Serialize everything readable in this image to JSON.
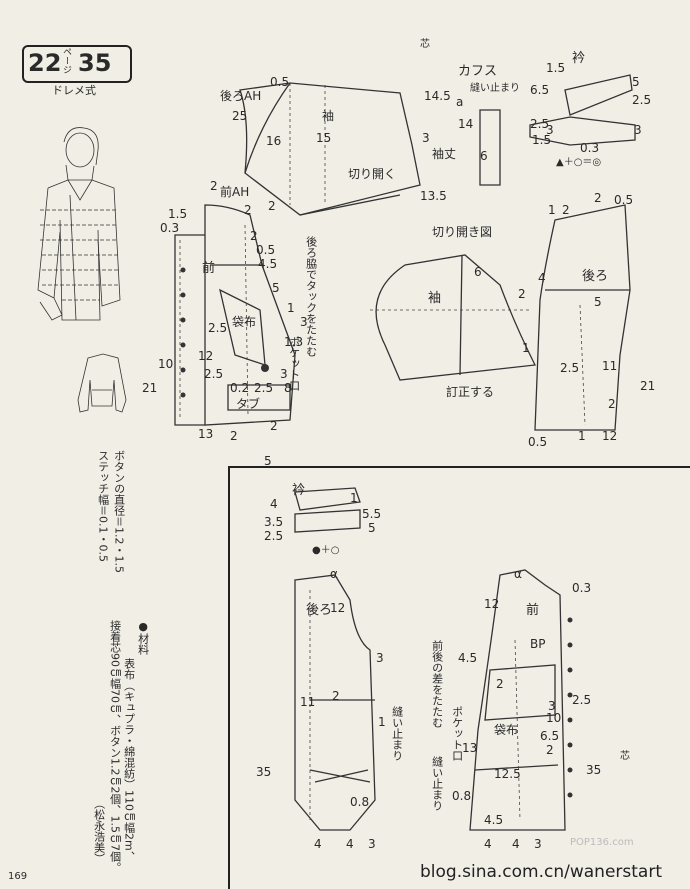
{
  "header": {
    "num_left": "22",
    "page_label": "ページ",
    "num_right": "35",
    "style_label": "ドレメ式"
  },
  "notes": {
    "button_diameter": "ボタンの直径＝1.2・1.5",
    "stitch_width": "ステッチ幅＝0.1・0.5",
    "materials_title": "●材料",
    "materials_line1": "表布（キュプラ・綿混紡）110㎝幅2m、",
    "materials_line2": "接着芯90㎝幅70㎝、ボタン1.2㎝2個、1.5㎝7個。",
    "author": "（松永浩美）"
  },
  "sleeve": {
    "label": "袖",
    "back_ah": "後ろAH",
    "front_ah": "前AH",
    "cut_open": "切り開く",
    "sleeve_length": "袖丈",
    "n1": "0.5",
    "n2": "25",
    "n3": "16",
    "n4": "15",
    "n5": "14.5",
    "n6": "3",
    "n7": "2",
    "n8": "2",
    "n9": "13.5"
  },
  "cuff": {
    "title": "カフス",
    "sew_stop": "縫い止まり",
    "w": "14",
    "h": "6",
    "a": "a",
    "core": "芯"
  },
  "collar_top": {
    "title": "衿",
    "n1": "1.5",
    "n2": "6.5",
    "n3": "5",
    "n4": "2.5",
    "n5": "2.5",
    "n6": "3",
    "n7": "0.3",
    "n8": "1.5",
    "n9": "3",
    "marks": "▲＋○＝◎"
  },
  "front": {
    "label": "前",
    "pocket_cloth": "袋布",
    "tab": "タブ",
    "n1": "1.5",
    "n2": "0.3",
    "n3": "2",
    "n4": "2",
    "n5": "0.5",
    "n6": "4.5",
    "n7": "5",
    "n8": "2.5",
    "n9": "2.5",
    "n10": "12",
    "n11": "10",
    "n12": "21",
    "n13": "13",
    "n14": "2",
    "n15": "0.2",
    "n16": "2.5",
    "n17": "5",
    "n18": "2",
    "n19": "3",
    "n20": "8"
  },
  "side_note": {
    "text1": "後ろ脇でタックをたたむ",
    "text2": "ポケット口",
    "n1": "1",
    "n2": "3",
    "n3": "1.3"
  },
  "slash": {
    "title": "切り開き図",
    "label": "袖",
    "fix": "訂正する",
    "n": "6"
  },
  "back": {
    "label": "後ろ",
    "n1": "2",
    "n2": "0.5",
    "n3": "1",
    "n4": "2",
    "n5": "4",
    "n6": "5",
    "n7": "2",
    "n8": "1",
    "n9": "11",
    "n10": "2.5",
    "n11": "21",
    "n12": "0.5",
    "n13": "1",
    "n14": "12",
    "n15": "2"
  },
  "collar_bottom": {
    "title": "衿",
    "n1": "4",
    "n2": "3.5",
    "n3": "2.5",
    "n4": "5.5",
    "n5": "1",
    "n6": "5",
    "marks": "●＋○"
  },
  "back2": {
    "label": "後ろ",
    "alpha": "α",
    "n1": "12",
    "n2": "3",
    "n3": "2",
    "n4": "11",
    "n5": "35",
    "n6": "0.8",
    "n7": "4",
    "n8": "4",
    "n9": "1",
    "n10": "3",
    "sew_stop": "縫い止まり"
  },
  "front2": {
    "label": "前",
    "alpha": "α",
    "bp": "BP",
    "note": "前後の差をたたむ",
    "pocket": "ポケット口",
    "pocket_cloth": "袋布",
    "sew_stop": "縫い止まり",
    "core": "芯",
    "n1": "0.3",
    "n2": "12",
    "n3": "2",
    "n4": "4.5",
    "n5": "2.5",
    "n6": "13",
    "n7": "12.5",
    "n8": "10",
    "n9": "6.5",
    "n10": "2",
    "n11": "3",
    "n12": "35",
    "n13": "0.8",
    "n14": "4.5",
    "n15": "3",
    "n16": "4",
    "n17": "4"
  },
  "footer": {
    "page": "169",
    "watermark": "blog.sina.com.cn/wanerstart",
    "watermark2": "POP136.com"
  }
}
